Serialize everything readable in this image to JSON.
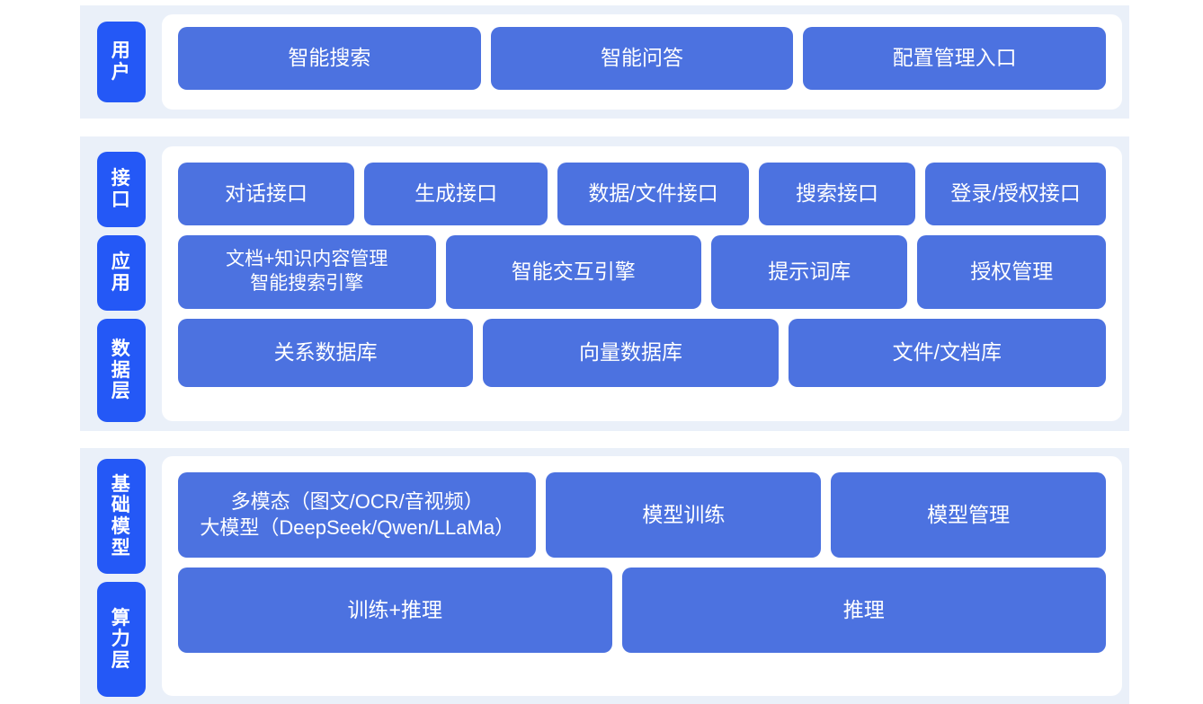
{
  "colors": {
    "tag_blue": "#2458F6",
    "box_blue": "#4C72E0",
    "band_bg": "#EAF0F9",
    "card_bg": "#FFFFFF",
    "page_bg": "#FFFFFF",
    "box_text": "#FFFFFF"
  },
  "sections": [
    {
      "id": "user",
      "tags": [
        "用户"
      ],
      "rows": [
        {
          "id": "user-row",
          "boxes": [
            "智能搜索",
            "智能问答",
            "配置管理入口"
          ]
        }
      ]
    },
    {
      "id": "platform",
      "tags": [
        "接口",
        "应用",
        "数据层"
      ],
      "rows": [
        {
          "id": "interface-row",
          "boxes": [
            "对话接口",
            "生成接口",
            "数据/文件接口",
            "搜索接口",
            "登录/授权接口"
          ]
        },
        {
          "id": "application-row",
          "boxes": [
            "文档+知识内容管理\n智能搜索引擎",
            "智能交互引擎",
            "提示词库",
            "授权管理"
          ]
        },
        {
          "id": "data-row",
          "boxes": [
            "关系数据库",
            "向量数据库",
            "文件/文档库"
          ]
        }
      ]
    },
    {
      "id": "infrastructure",
      "tags": [
        "基础模型",
        "算力层"
      ],
      "rows": [
        {
          "id": "model-row",
          "boxes": [
            "多模态（图文/OCR/音视频）\n大模型（DeepSeek/Qwen/LLaMa）",
            "模型训练",
            "模型管理"
          ]
        },
        {
          "id": "compute-row",
          "boxes": [
            "训练+推理",
            "推理"
          ]
        }
      ]
    }
  ],
  "labels": {
    "tag_user": "用户",
    "tag_interface": "接口",
    "tag_application": "应用",
    "tag_data": "数据层",
    "tag_base_model": "基础模型",
    "tag_compute": "算力层",
    "user_smart_search": "智能搜索",
    "user_smart_qa": "智能问答",
    "user_config_entry": "配置管理入口",
    "if_dialog": "对话接口",
    "if_generate": "生成接口",
    "if_data_file": "数据/文件接口",
    "if_search": "搜索接口",
    "if_login_auth": "登录/授权接口",
    "app_kms": "文档+知识内容管理\n智能搜索引擎",
    "app_interactive_engine": "智能交互引擎",
    "app_prompt_library": "提示词库",
    "app_authorization": "授权管理",
    "data_relational_db": "关系数据库",
    "data_vector_db": "向量数据库",
    "data_file_doc_db": "文件/文档库",
    "model_multimodal": "多模态（图文/OCR/音视频）\n大模型（DeepSeek/Qwen/LLaMa）",
    "model_training": "模型训练",
    "model_management": "模型管理",
    "compute_train_infer": "训练+推理",
    "compute_infer": "推理"
  }
}
